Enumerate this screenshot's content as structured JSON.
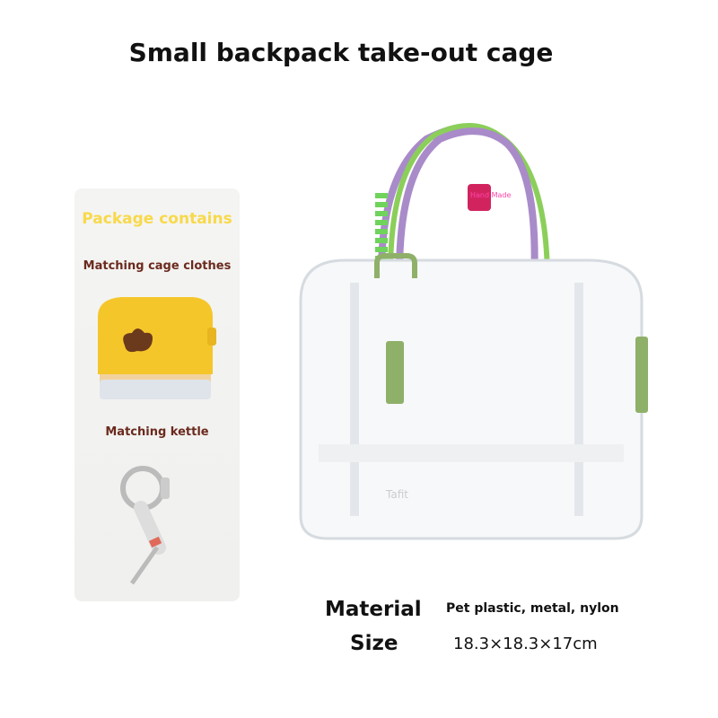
{
  "title": "Small backpack take-out cage",
  "package": {
    "heading": "Package contains",
    "items": [
      {
        "label": "Matching cage clothes"
      },
      {
        "label": "Matching kettle"
      }
    ]
  },
  "specs": {
    "material_label": "Material",
    "material_value": "Pet plastic, metal, nylon",
    "size_label": "Size",
    "size_value": "18.3×18.3×17cm"
  },
  "product_marks": {
    "tag": "Hand Made",
    "brand": "Tafit"
  },
  "colors": {
    "heading_yellow": "#f8d94a",
    "label_brown": "#6b2a1e",
    "accent_green": "#8fb069",
    "strap_purple": "#a98bc9"
  }
}
